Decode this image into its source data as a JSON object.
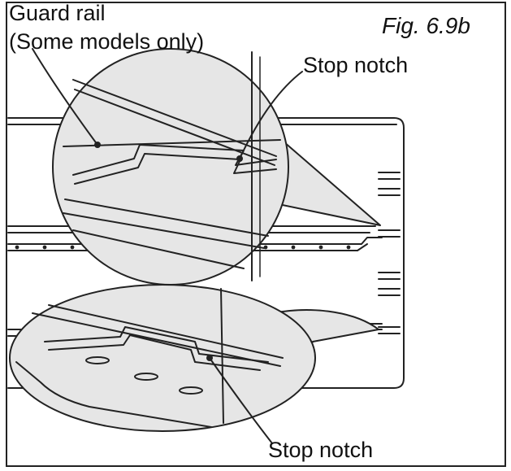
{
  "figure": {
    "label": "Fig. 6.9b"
  },
  "callouts": {
    "guard_rail_line1": "Guard rail",
    "guard_rail_line2": "(Some models only)",
    "stop_notch_upper": "Stop notch",
    "stop_notch_lower": "Stop notch"
  },
  "colors": {
    "ink": "#222222",
    "magnifier_fill": "#e6e6e6",
    "background": "#ffffff"
  }
}
